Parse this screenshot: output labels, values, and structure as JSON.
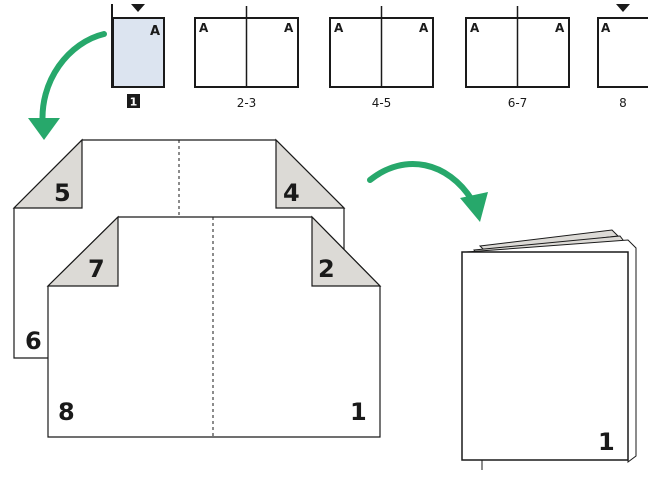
{
  "thumbnails": {
    "spreads": [
      {
        "label": "1",
        "master": "A",
        "selected": true
      },
      {
        "label": "2-3",
        "master": "A"
      },
      {
        "label": "4-5",
        "master": "A"
      },
      {
        "label": "6-7",
        "master": "A"
      },
      {
        "label": "8",
        "master": "A"
      }
    ]
  },
  "imposition": {
    "back_sheet": {
      "left_page": "5",
      "right_page": "4",
      "lower_left_page": "6"
    },
    "front_sheet": {
      "left_page": "7",
      "right_page": "2",
      "bottom_left_page": "8",
      "bottom_right_page": "1"
    }
  },
  "booklet": {
    "cover_page": "1"
  },
  "colors": {
    "arrow": "#27a86b",
    "corner_fold": "#dcdad6",
    "selected_page": "#dce4f0",
    "outline": "#1a1a1a"
  }
}
